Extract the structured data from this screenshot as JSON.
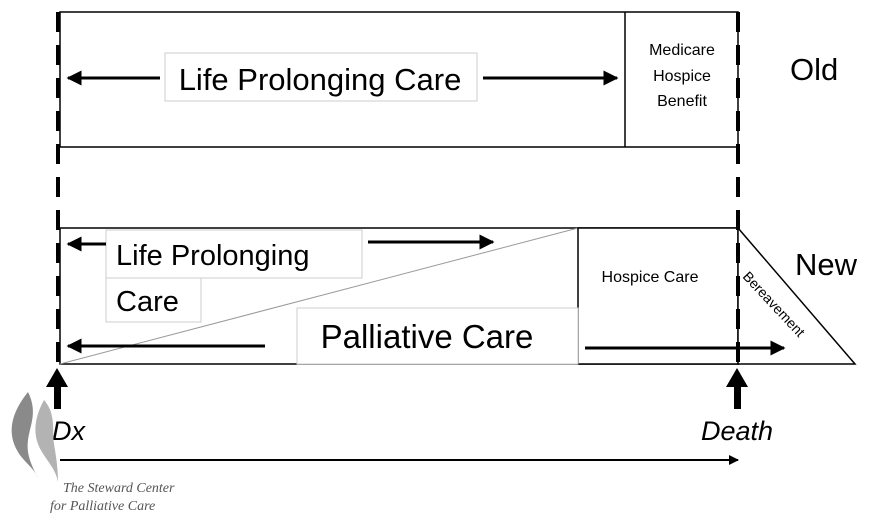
{
  "old_model": {
    "life_prolonging": "Life Prolonging Care",
    "hospice_benefit": [
      "Medicare",
      "Hospice",
      "Benefit"
    ],
    "label": "Old"
  },
  "new_model": {
    "life_prolonging": [
      "Life Prolonging",
      "Care"
    ],
    "palliative": "Palliative Care",
    "hospice": "Hospice Care",
    "bereavement": "Bereavement",
    "label": "New"
  },
  "timeline": {
    "start": "Dx",
    "end": "Death"
  },
  "logo": {
    "line1": "The Steward Center",
    "line2": "for Palliative Care"
  }
}
